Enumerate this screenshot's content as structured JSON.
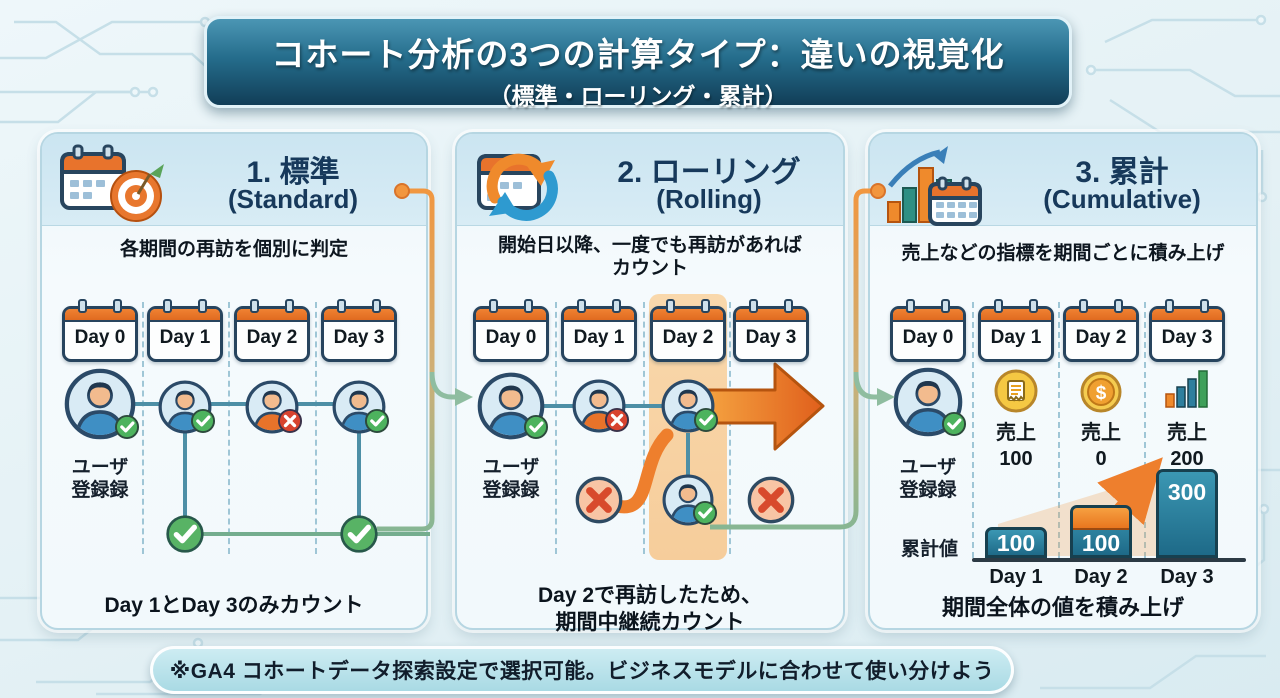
{
  "title": {
    "main": "コホート分析の3つの計算タイプ：違いの視覚化",
    "sub": "（標準・ローリング・累計）"
  },
  "footer": {
    "note": "※GA4 コホートデータ探索設定で選択可能。ビジネスモデルに合わせて使い分けよう"
  },
  "panels": [
    {
      "title": "1. 標準",
      "subtitle": "(Standard)",
      "description": "各期間の再訪を個別に判定",
      "icon": "calendar-target-icon",
      "days": [
        "Day 0",
        "Day 1",
        "Day 2",
        "Day 3"
      ],
      "user_label_line1": "ユーザ",
      "user_label_line2": "登録録",
      "visits": [
        {
          "day": "Day 0",
          "status": "registered-check"
        },
        {
          "day": "Day 1",
          "status": "revisit-check"
        },
        {
          "day": "Day 2",
          "status": "no-visit-x"
        },
        {
          "day": "Day 3",
          "status": "revisit-check"
        }
      ],
      "counted_days": [
        "Day 1",
        "Day 3"
      ],
      "caption": "Day 1とDay 3のみカウント"
    },
    {
      "title": "2. ローリング",
      "subtitle": "(Rolling)",
      "description_line1": "開始日以降、一度でも再訪があれば",
      "description_line2": "カウント",
      "icon": "calendar-refresh-icon",
      "days": [
        "Day 0",
        "Day 1",
        "Day 2",
        "Day 3"
      ],
      "user_label_line1": "ユーザ",
      "user_label_line2": "登録録",
      "visits": [
        {
          "day": "Day 0",
          "status": "registered-check"
        },
        {
          "day": "Day 1",
          "status": "no-visit-x"
        },
        {
          "day": "Day 2",
          "status": "revisit-check"
        },
        {
          "day": "Day 3",
          "status": "counted-arrow"
        }
      ],
      "rolling_row": [
        "x",
        "revisit-check",
        "x"
      ],
      "highlighted_day": "Day 2",
      "caption_line1": "Day 2で再訪したため、",
      "caption_line2": "期間中継続カウント"
    },
    {
      "title": "3. 累計",
      "subtitle": "(Cumulative)",
      "description": "売上などの指標を期間ごとに積み上げ",
      "icon": "chart-calendar-icon",
      "days": [
        "Day 0",
        "Day 1",
        "Day 2",
        "Day 3"
      ],
      "user_label_line1": "ユーザ",
      "user_label_line2": "登録録",
      "revenues": [
        {
          "label": "売上",
          "value": "100"
        },
        {
          "label": "売上",
          "value": "0"
        },
        {
          "label": "売上",
          "value": "200"
        }
      ],
      "axis_label": "累計値",
      "caption": "期間全体の値を積み上げ"
    }
  ],
  "chart_data": {
    "type": "bar",
    "title": "累計値",
    "categories": [
      "Day 1",
      "Day 2",
      "Day 3"
    ],
    "values": [
      100,
      200,
      300
    ],
    "bar_labels": [
      "100",
      "100",
      "300"
    ],
    "increments_orange": [
      0,
      100,
      0
    ],
    "ylim": [
      0,
      300
    ],
    "legend": false,
    "note": "cumulative totals rise Day1→Day3; Day 2 bar shows orange +100 increment on top"
  },
  "colors": {
    "banner_teal": "#16506e",
    "panel_header": "#cde6f1",
    "accent_orange": "#ee7f2d",
    "accent_teal": "#2e809f",
    "check_green": "#4db35e",
    "cross_red": "#d8432f",
    "day2_highlight": "#f7d0a0",
    "footer_bg": "#aadbe5",
    "circuit_trace": "#c6dfe8"
  }
}
